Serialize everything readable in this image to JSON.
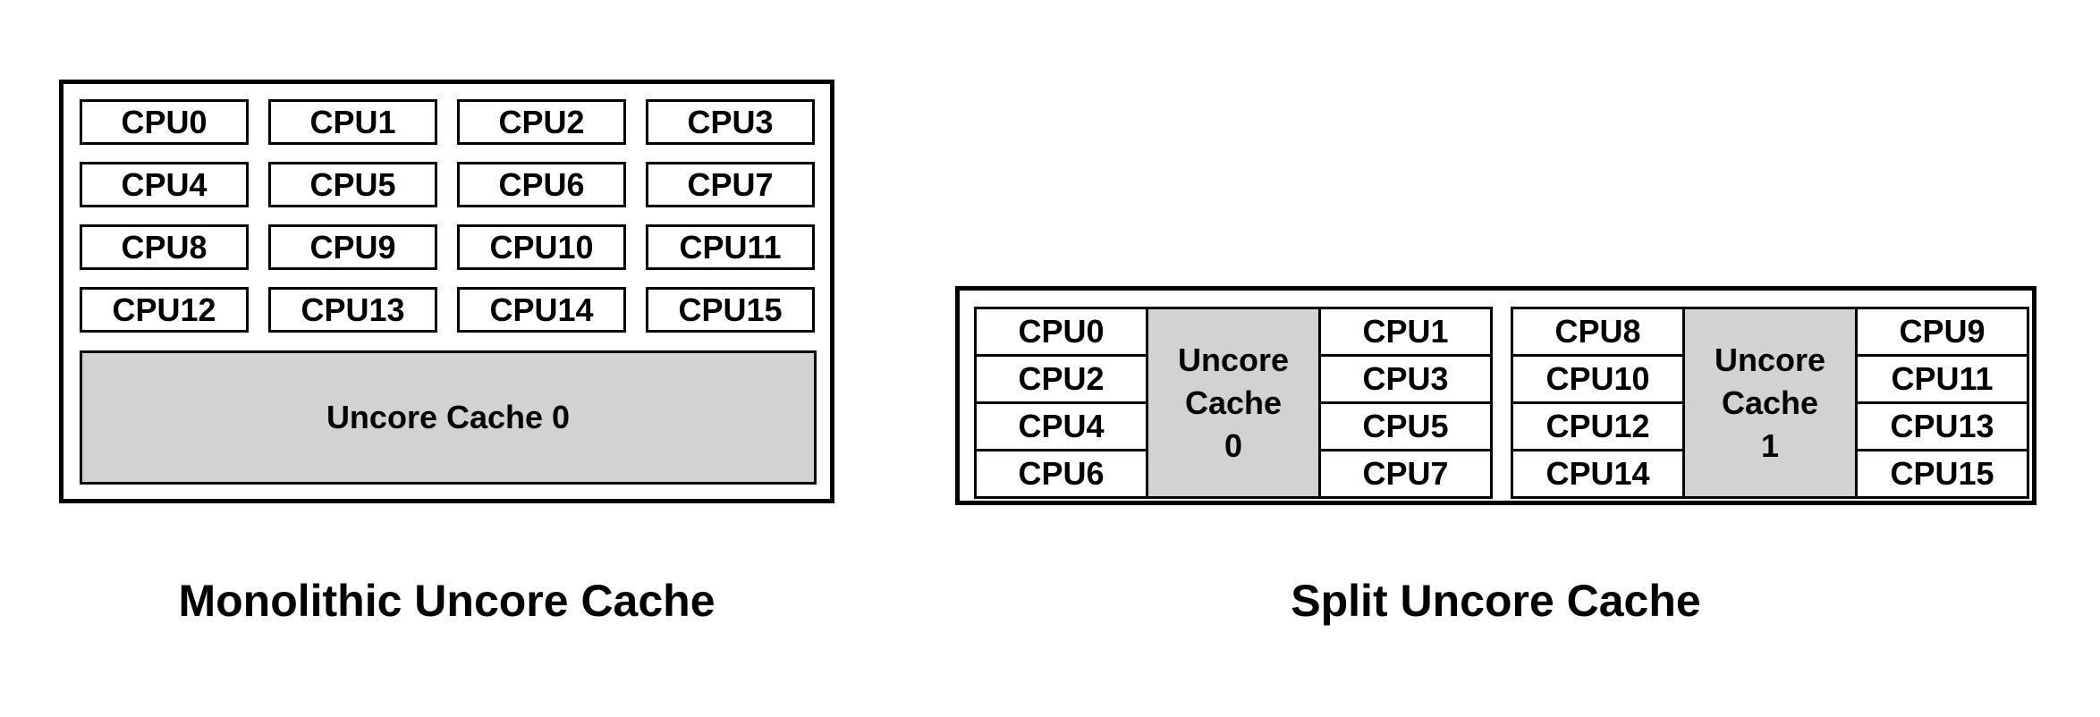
{
  "colors": {
    "background": "#ffffff",
    "border": "#000000",
    "cache_fill": "#d2d2d2",
    "text": "#000000"
  },
  "monolithic": {
    "caption": "Monolithic Uncore Cache",
    "cpu_rows": [
      [
        "CPU0",
        "CPU1",
        "CPU2",
        "CPU3"
      ],
      [
        "CPU4",
        "CPU5",
        "CPU6",
        "CPU7"
      ],
      [
        "CPU8",
        "CPU9",
        "CPU10",
        "CPU11"
      ],
      [
        "CPU12",
        "CPU13",
        "CPU14",
        "CPU15"
      ]
    ],
    "cache_label": "Uncore Cache 0"
  },
  "split": {
    "caption": "Split Uncore Cache",
    "clusters": [
      {
        "left_cpus": [
          "CPU0",
          "CPU2",
          "CPU4",
          "CPU6"
        ],
        "cache_lines": [
          "Uncore",
          "Cache",
          "0"
        ],
        "right_cpus": [
          "CPU1",
          "CPU3",
          "CPU5",
          "CPU7"
        ]
      },
      {
        "left_cpus": [
          "CPU8",
          "CPU10",
          "CPU12",
          "CPU14"
        ],
        "cache_lines": [
          "Uncore",
          "Cache",
          "1"
        ],
        "right_cpus": [
          "CPU9",
          "CPU11",
          "CPU13",
          "CPU15"
        ]
      }
    ]
  }
}
